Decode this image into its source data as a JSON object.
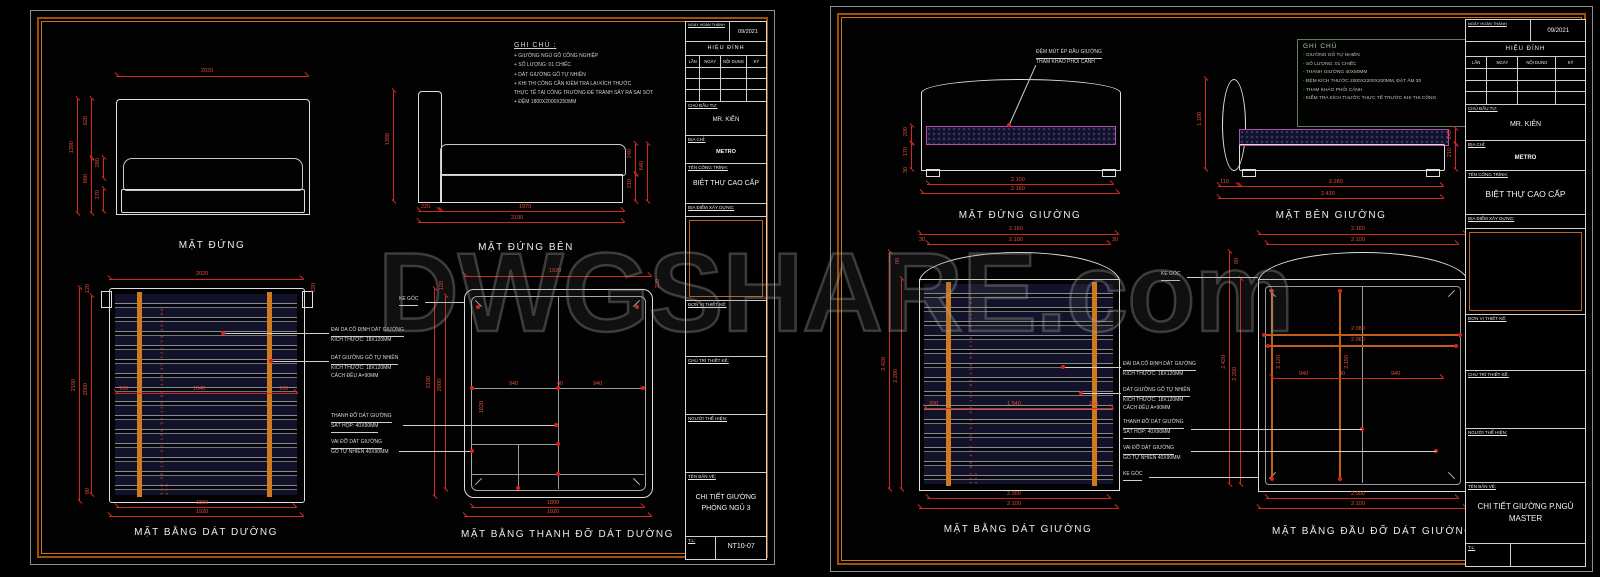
{
  "watermark": "DWGSHARE.com",
  "left_sheet": {
    "notes": {
      "title": "GHI CHÚ :",
      "lines": [
        "+ GIƯỜNG NGỦ GỖ CÔNG NGHIỆP",
        "+ SỐ LƯỢNG: 01 CHIẾC",
        "+ DÁT GIƯỜNG GỖ TỰ NHIÊN",
        "+ KHI THI CÔNG CẦN KIỂM TRA LẠI KÍCH THƯỚC",
        "THỰC TẾ TẠI CÔNG TRƯỜNG ĐỂ TRÁNH SẢY RA SAI SÓT",
        "+ ĐỆM 1800X2000X250MM"
      ]
    },
    "front": {
      "title": "MẶT ĐỨNG",
      "d_top": "2020",
      "d_h": "1390",
      "d_s1": "620",
      "d_s2": "660",
      "d_s3": "280",
      "d_s4": "270"
    },
    "side": {
      "title": "MẶT ĐỨNG BÊN",
      "d_h": "1390",
      "d_a": "220",
      "d_b": "1970",
      "d_t": "2190",
      "d_r1": "240",
      "d_r2": "210",
      "d_r3": "640"
    },
    "plan1": {
      "title": "MẶT BẰNG DÁT DƯỜNG",
      "d_top": "2020",
      "d_ear": "220",
      "d_lt": "2190",
      "d_li": "2000",
      "d_s1": "120",
      "d_s2": "90",
      "d_m1": "100",
      "d_m2": "1040",
      "d_m3": "100",
      "d_b1": "1800",
      "d_b2": "1920",
      "chain": "120 90 120 90 120 90 120 90 120 90 120 90 120 90 120"
    },
    "plan2": {
      "title": "MẶT BẰNG THANH ĐỠ DÁT DƯỜNG",
      "d_top": "1920",
      "d_ear": "220",
      "d_lt": "2190",
      "d_li": "2000",
      "d_s1": "120",
      "d_m1": "940",
      "d_m2": "40",
      "d_m3": "940",
      "d_v": "1920",
      "d_b1": "1800",
      "d_b2": "1920"
    },
    "callouts": {
      "kegoc": "KE GÓC",
      "c1a": "ĐAI DA CỐ ĐỊNH DÁT GIƯỜNG",
      "c1b": "KÍCH THƯỚC: 18X120MM",
      "c2a": "DÁT GIƯỜNG GỖ TỰ NHIÊN",
      "c2b": "KÍCH THƯỚC: 18X120MM",
      "c2c": "CÁCH ĐỀU A=90MM",
      "c3a": "THANH ĐỠ DÁT GIƯỜNG",
      "c3b": "SẮT HỘP: 40X90MM",
      "c4a": "VAI ĐỠ DÁT GIƯỜNG",
      "c4b": "GỖ TỰ NHIÊN 40X90MM"
    },
    "titleblock": {
      "date_label": "NGÀY HOÀN THÀNH",
      "date": "09/2021",
      "rev": "HIỆU ĐÍNH",
      "col1": "LẦN",
      "col2": "NGÀY",
      "col3": "NỘI DUNG",
      "col4": "KÝ",
      "client_label": "CHỦ ĐẦU TƯ:",
      "client": "MR. KIÊN",
      "addr_label": "ĐỊA CHỈ:",
      "addr": "METRO",
      "proj_label": "TÊN CÔNG TRÌNH:",
      "proj": "BIỆT THỰ CAO CẤP",
      "site_label": "ĐỊA ĐIỂM XÂY DỰNG:",
      "unit_label": "ĐƠN VỊ THIẾT KẾ:",
      "lead_label": "CHỦ TRÌ THIẾT KẾ:",
      "draft_label": "NGƯỜI THỂ HIỆN:",
      "dwg_label": "TÊN BẢN VẼ:",
      "dwg": "CHI TIẾT GIƯỜNG PHÒNG NGỦ 3",
      "scale_label": "T.L:",
      "code": "NT10-07"
    }
  },
  "right_sheet": {
    "notes": {
      "title": "GHI CHÚ",
      "lines": [
        "- GIƯỜNG GỖ TỰ NHIÊN",
        "- SỐ LƯỢNG: 01 CHIẾC",
        "- THANH GIƯỜNG 40X80MM",
        "- ĐỆM KÍCH THƯỚC 2000X2200X200MM, ĐẶT ÂM 30",
        "- THAM KHẢO PHỐI CẢNH",
        "- KIỂM TRA KÍCH THƯỚC THỰC TẾ TRƯỚC KHI THI CÔNG"
      ]
    },
    "front": {
      "title": "MẶT ĐỨNG GIƯỜNG",
      "label1": "ĐỆM MÚT ÉP ĐẦU GIƯỜNG",
      "label2": "THAM KHẢO PHỐI CẢNH",
      "d_b1": "2.100",
      "d_b2": "2.160",
      "d_s1": "200",
      "d_s2": "170",
      "d_s3": "30"
    },
    "side": {
      "title": "MẶT BÊN GIƯỜNG",
      "d_a": "110",
      "d_b": "2.280",
      "d_t": "2.430",
      "d_r1": "240",
      "d_r2": "210",
      "d_h": "1.100"
    },
    "plan1": {
      "title": "MẶT BẰNG DÁT GIƯỜNG",
      "d_t1": "2.160",
      "d_t2": "2.100",
      "d_ear": "30",
      "d_lt": "2.420",
      "d_li": "2.200",
      "d_s1": "90",
      "d_m1": "200",
      "d_m2": "1.540",
      "d_m3": "200",
      "d_b1": "2.000",
      "d_b2": "2.100",
      "chain": "120 90 120 90 120 90 120 90 120 90 120 90 120 90 120"
    },
    "plan2": {
      "title": "MẶT BẰNG ĐẦU ĐỠ DÁT GIƯỜNG",
      "d_t1": "2.160",
      "d_t2": "2.100",
      "d_i1": "2.080",
      "d_i2": "2.060",
      "d_m1": "940",
      "d_m2": "40",
      "d_m3": "940",
      "d_v1": "2.120",
      "d_v2": "2.150",
      "d_lt": "2.420",
      "d_li": "2.200",
      "d_s1": "90",
      "d_b1": "2.000",
      "d_b2": "2.100"
    },
    "callouts": {
      "kegoc_top": "KE GÓC",
      "kegoc_bot": "KE GÓC",
      "c1a": "ĐAI DA CỐ ĐỊNH DÁT GIƯỜNG",
      "c1b": "KÍCH THƯỚC: 18X120MM",
      "c2a": "DÁT GIƯỜNG GỖ TỰ NHIÊN",
      "c2b": "KÍCH THƯỚC: 18X120MM",
      "c2c": "CÁCH ĐỀU A=90MM",
      "c3a": "THANH ĐỠ DÁT GIƯỜNG",
      "c3b": "SẮT HỘP: 40X90MM",
      "c4a": "VAI ĐỠ DÁT GIƯỜNG",
      "c4b": "GỖ TỰ NHIÊN 40X90MM"
    },
    "titleblock": {
      "date_label": "NGÀY HOÀN THÀNH",
      "date": "09/2021",
      "rev": "HIỆU ĐÍNH",
      "col1": "LẦN",
      "col2": "NGÀY",
      "col3": "NỘI DUNG",
      "col4": "KÝ",
      "client_label": "CHỦ ĐẦU TƯ:",
      "client": "MR. KIÊN",
      "addr_label": "ĐỊA CHỈ:",
      "addr": "METRO",
      "proj_label": "TÊN CÔNG TRÌNH:",
      "proj": "BIỆT THỰ CAO CẤP",
      "site_label": "ĐỊA ĐIỂM XÂY DỰNG:",
      "unit_label": "ĐƠN VỊ THIẾT KẾ:",
      "lead_label": "CHỦ TRÌ THIẾT KẾ:",
      "draft_label": "NGƯỜI THỂ HIỆN:",
      "dwg_label": "TÊN BẢN VẼ:",
      "dwg": "CHI TIẾT GIƯỜNG P.NGỦ MASTER",
      "scale_label": "T.L:",
      "code": ""
    }
  }
}
